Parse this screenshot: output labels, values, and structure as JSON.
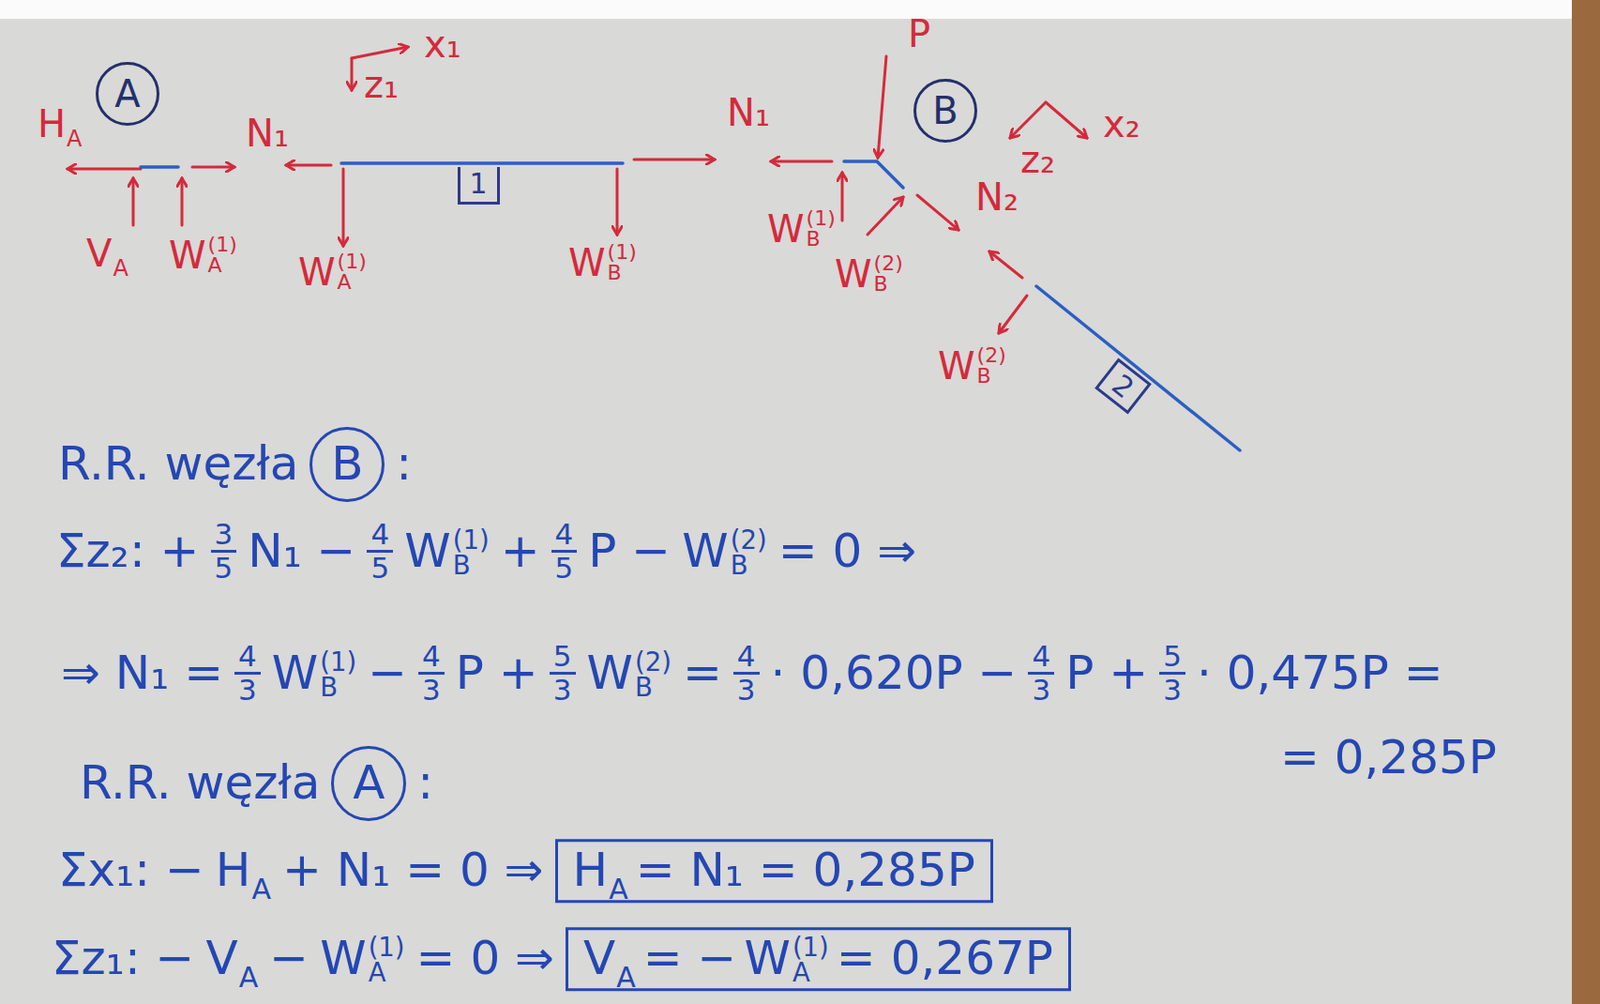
{
  "diagram": {
    "nodes": [
      {
        "text": [
          "A"
        ]
      },
      {
        "text": [
          "B"
        ]
      },
      {
        "text": [
          "1"
        ]
      },
      {
        "text": [
          "2"
        ]
      },
      {
        "text": [
          "B"
        ]
      },
      {
        "text": [
          "A"
        ]
      },
      {
        "text": [
          "H",
          "A",
          "= N₁ = 0,285P"
        ]
      },
      {
        "text": [
          "V",
          "A",
          "= −",
          "W",
          "(1)",
          "A",
          "= 0,267P"
        ]
      }
    ],
    "labels": [
      "x₁",
      "z₁",
      "H",
      "A",
      "V",
      "A",
      "W",
      "(1)",
      "A",
      "N₁",
      "W",
      "(1)",
      "A",
      "W",
      "(1)",
      "B",
      "N₁",
      "P",
      "x₂",
      "z₂",
      "W",
      "(1)",
      "B",
      "W",
      "(2)",
      "B",
      "N₂",
      "W",
      "(2)",
      "B",
      "R.R. węzła",
      ":",
      "Σz₂: +",
      "3",
      "5",
      "N₁ −",
      "4",
      "5",
      "W",
      "(1)",
      "B",
      "+",
      "4",
      "5",
      "P −",
      "W",
      "(2)",
      "B",
      "= 0 ⇒",
      "⇒ N₁ =",
      "4",
      "3",
      "W",
      "(1)",
      "B",
      "−",
      "4",
      "3",
      "P +",
      "5",
      "3",
      "W",
      "(2)",
      "B",
      "=",
      "4",
      "3",
      "· 0,620P −",
      "4",
      "3",
      "P +",
      "5",
      "3",
      "· 0,475P =",
      "= 0,285P",
      "R.R. węzła",
      ":",
      "Σx₁: −",
      "H",
      "A",
      "+ N₁ = 0 ⇒",
      "Σz₁: −",
      "V",
      "A",
      "−",
      "W",
      "(1)",
      "A",
      "= 0 ⇒"
    ]
  }
}
